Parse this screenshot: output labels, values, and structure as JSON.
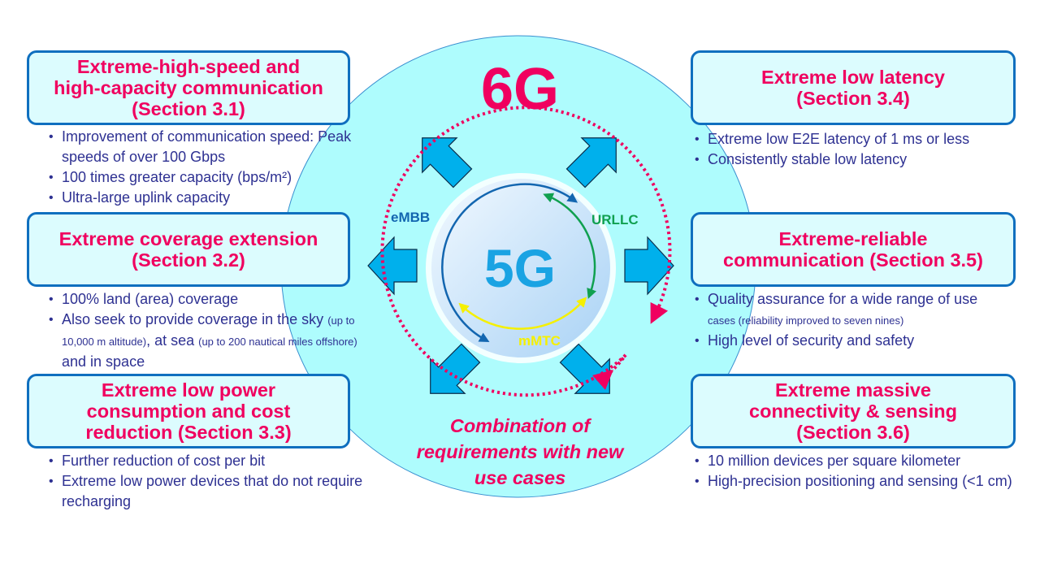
{
  "colors": {
    "accent_pink": "#f0005f",
    "bullet_text": "#2e3192",
    "box_border": "#0f6fbf",
    "box_fill": "#dcfcfe",
    "outer_circle": "#aefcfd",
    "arrow_fill": "#00b0ec",
    "embb_blue": "#1366b0",
    "urllc_green": "#10a050",
    "mmtc_yellow": "#f5f000",
    "label_5g": "#1aa3e3"
  },
  "center": {
    "big_label": "6G",
    "core_label": "5G",
    "embb": "eMBB",
    "urllc": "URLLC",
    "mmtc": "mMTC",
    "combination": "Combination of\nrequirements with new\nuse cases"
  },
  "left": [
    {
      "title": "Extreme-high-speed and\nhigh-capacity communication\n(Section 3.1)",
      "bullets": [
        "Improvement  of communication  speed: Peak speeds of over 100 Gbps",
        "100 times greater capacity (bps/m²)",
        "Ultra-large  uplink  capacity"
      ]
    },
    {
      "title": "Extreme coverage extension\n(Section 3.2)",
      "bullets": [
        "100% land  (area) coverage"
      ],
      "bullet2": {
        "part1": "Also seek to provide coverage in the sky ",
        "part2_small": "(up to 10,000 m altitude)",
        "part3": ",  at sea ",
        "part4_small": "(up to 200 nautical miles offshore)",
        "part5": " and  in space"
      }
    },
    {
      "title": "Extreme low power\nconsumption and cost\nreduction (Section 3.3)",
      "bullets": [
        "Further reduction of cost per bit",
        "Extreme low power devices that do not require recharging"
      ]
    }
  ],
  "right": [
    {
      "title": "Extreme low latency\n(Section 3.4)",
      "bullets": [
        "Extreme low E2E latency of 1 ms or less",
        "Consistently stable low latency"
      ]
    },
    {
      "title": "Extreme-reliable\ncommunication (Section 3.5)",
      "bullet1": {
        "part1": "Quality assurance for a wide range of use ",
        "part2_small": "cases (reliability improved to seven nines)"
      },
      "bullets": [
        "High  level of security and safety"
      ]
    },
    {
      "title": "Extreme massive\nconnectivity & sensing\n(Section 3.6)",
      "bullets": [
        "10 million devices per square kilometer",
        "High-precision positioning and sensing (<1 cm)"
      ]
    }
  ]
}
